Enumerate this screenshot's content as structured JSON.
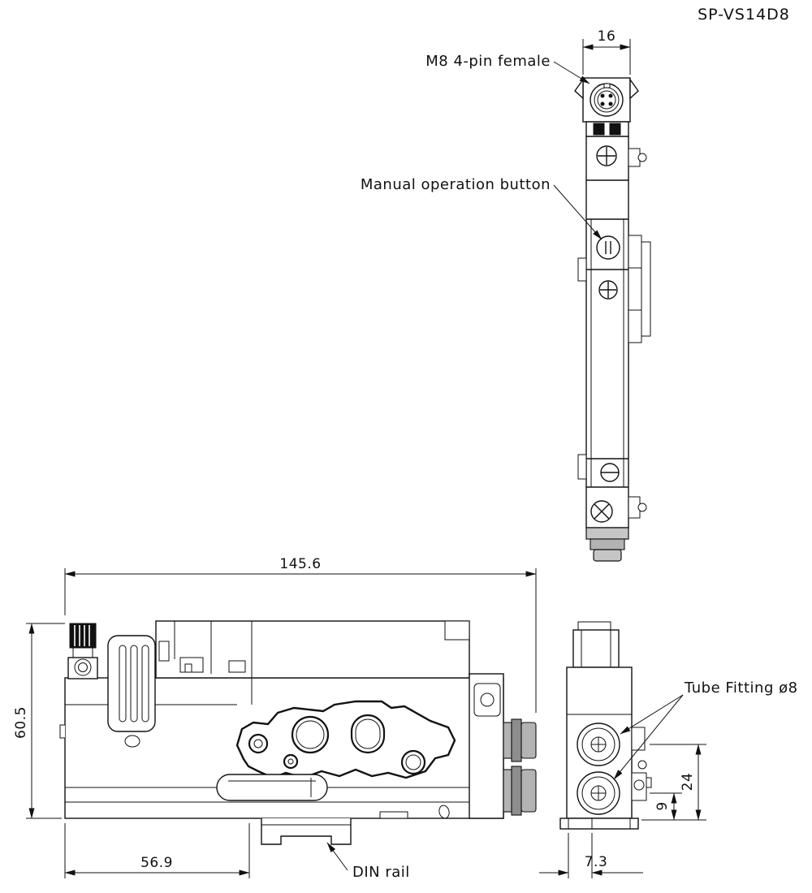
{
  "title": "SP-VS14D8",
  "labels": {
    "m8_connector": "M8 4-pin female",
    "manual_button": "Manual operation button",
    "tube_fitting": "Tube Fitting ø8",
    "din_rail": "DIN rail"
  },
  "dimensions": {
    "front_width": "16",
    "overall_length": "145.6",
    "overall_height": "60.5",
    "din_offset": "56.9",
    "upper_fitting_center": "24",
    "lower_fitting_center": "9",
    "bottom_offset": "7.3"
  },
  "colors": {
    "line": "#111111",
    "gray_fill": "#9a9a9a",
    "background": "#ffffff"
  }
}
